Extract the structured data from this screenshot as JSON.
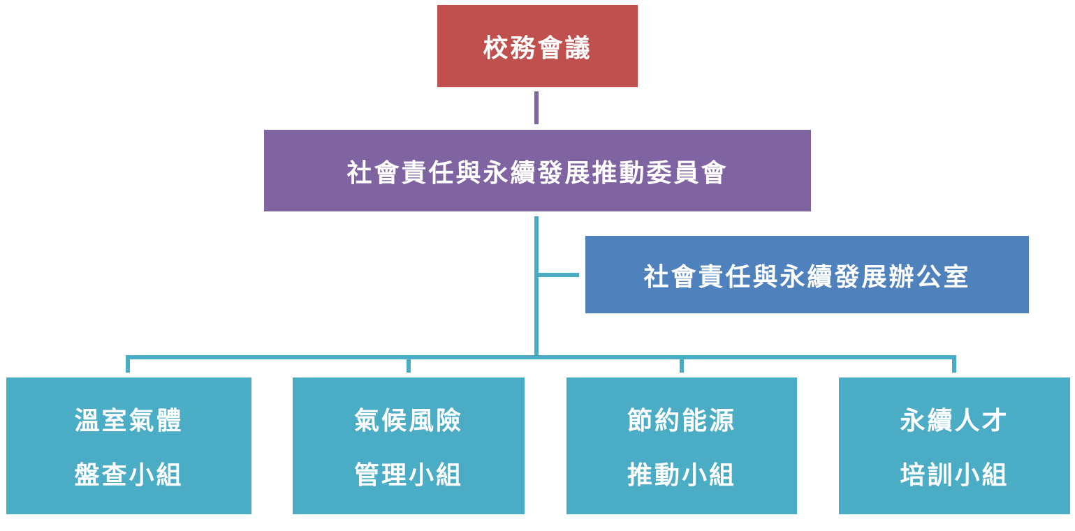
{
  "diagram": {
    "top": {
      "label": "校務會議"
    },
    "committee": {
      "label": "社會責任與永續發展推動委員會"
    },
    "office": {
      "label": "社會責任與永續發展辦公室"
    },
    "groups": [
      {
        "line1": "溫室氣體",
        "line2": "盤查小組"
      },
      {
        "line1": "氣候風險",
        "line2": "管理小組"
      },
      {
        "line1": "節約能源",
        "line2": "推動小組"
      },
      {
        "line1": "永續人才",
        "line2": "培訓小組"
      }
    ]
  },
  "colors": {
    "top": "#c0504d",
    "committee": "#8064a2",
    "office": "#4f81bd",
    "groups": "#4bacc6"
  }
}
